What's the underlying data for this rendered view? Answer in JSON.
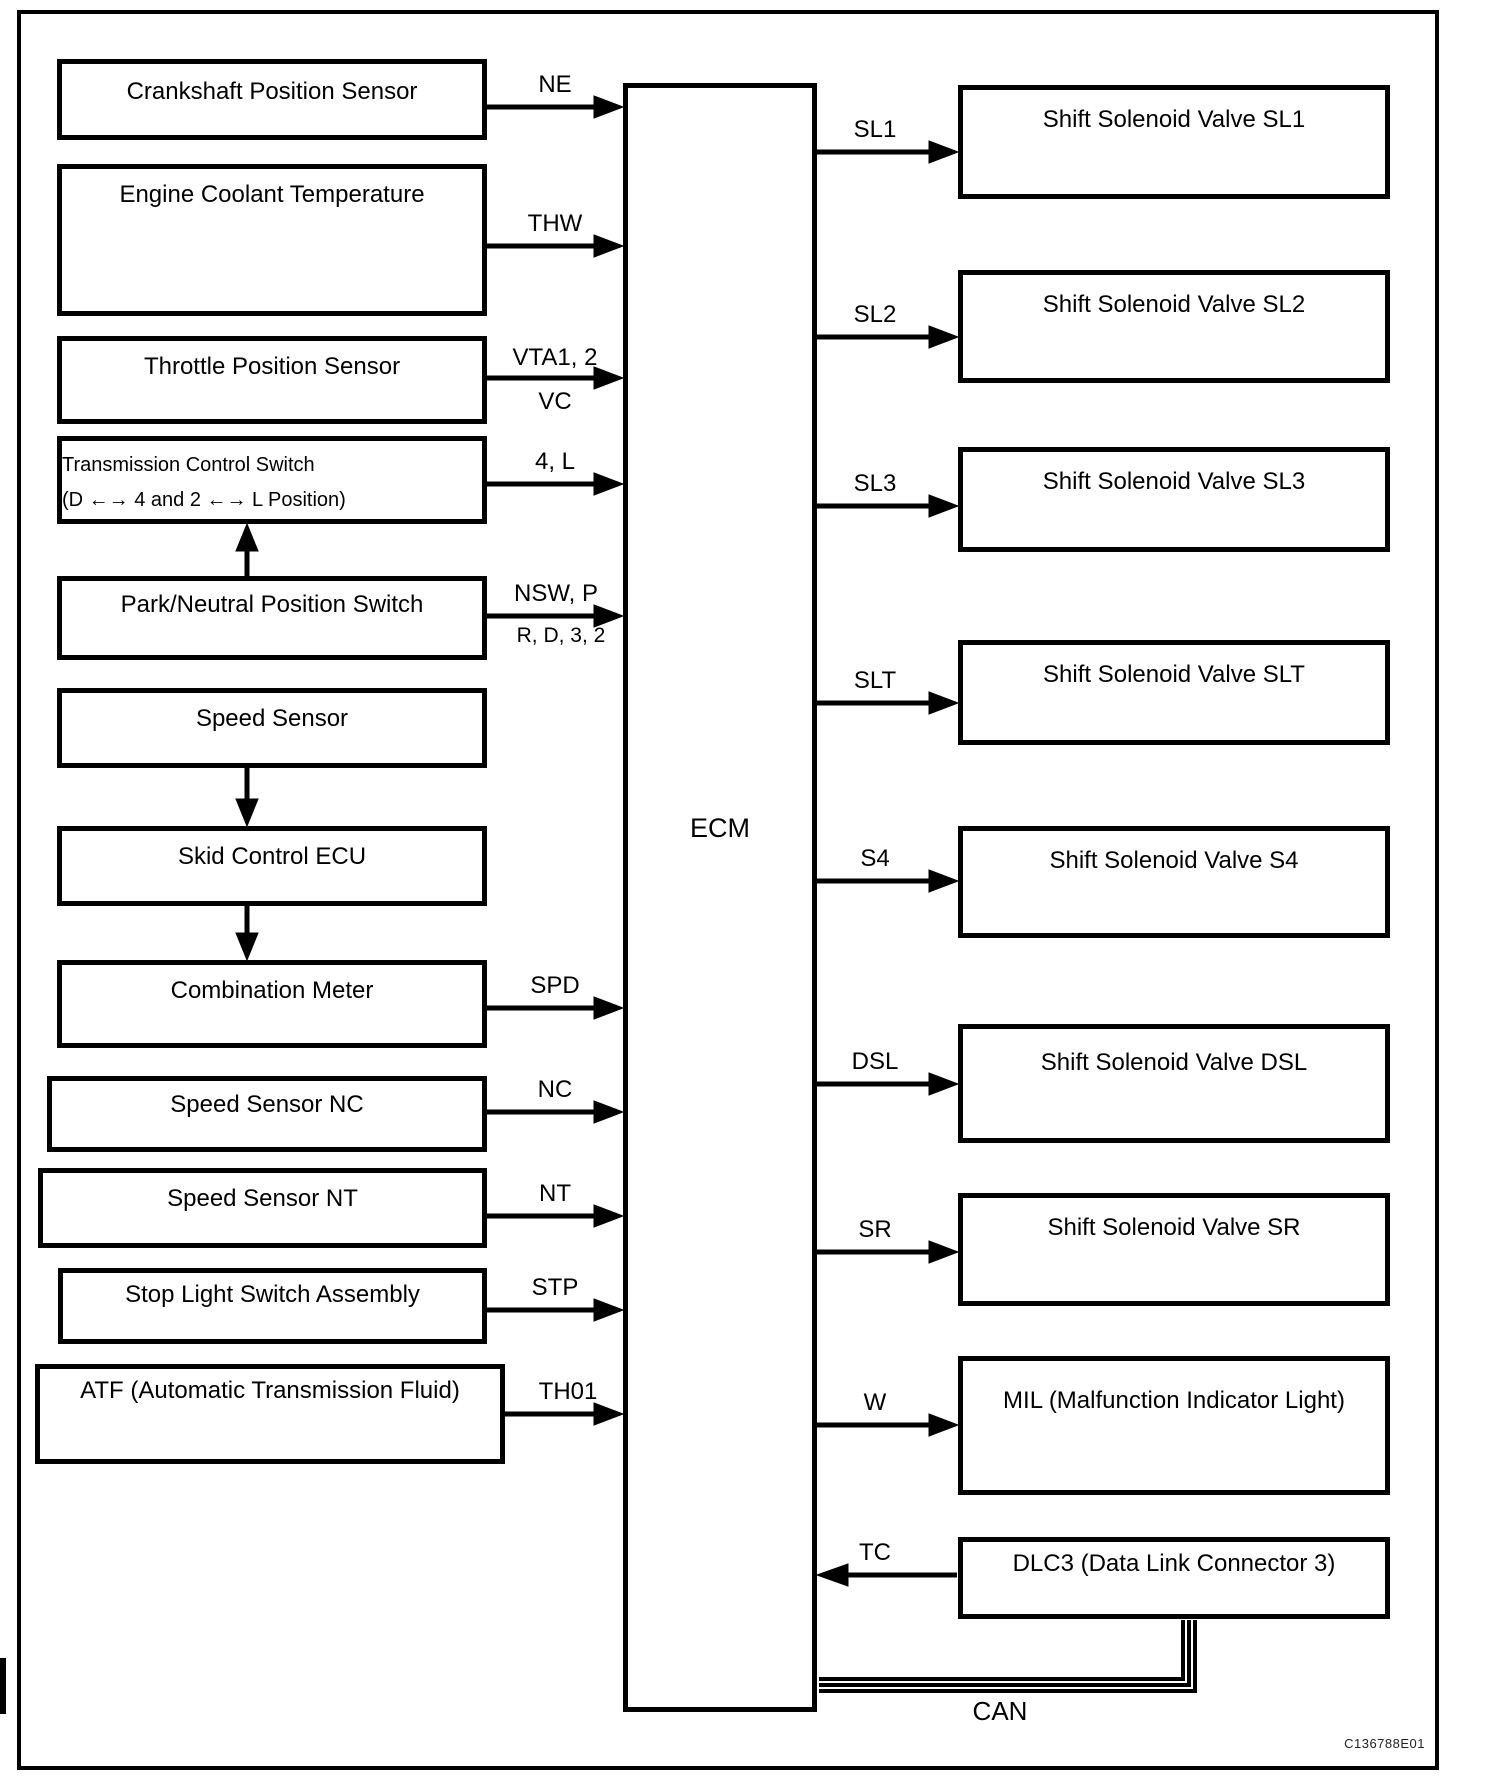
{
  "ecm": {
    "label": "ECM"
  },
  "bus": {
    "label": "CAN"
  },
  "figure_code": "C136788E01",
  "inputs": [
    {
      "label": "Crankshaft Position Sensor",
      "signal": "NE"
    },
    {
      "label": "Engine Coolant Temperature",
      "signal": "THW"
    },
    {
      "label": "Throttle Position Sensor",
      "signal": "VTA1, 2",
      "signal2": "VC"
    },
    {
      "label": "Transmission Control Switch",
      "label2": "(D ←→ 4 and 2 ←→ L Position)",
      "signal": "4, L"
    },
    {
      "label": "Park/Neutral Position Switch",
      "signal": "NSW, P",
      "signal2": "R, D, 3, 2"
    },
    {
      "label": "Speed Sensor"
    },
    {
      "label": "Skid Control ECU"
    },
    {
      "label": "Combination Meter",
      "signal": "SPD"
    },
    {
      "label": "Speed Sensor NC",
      "signal": "NC"
    },
    {
      "label": "Speed Sensor NT",
      "signal": "NT"
    },
    {
      "label": "Stop Light Switch Assembly",
      "signal": "STP"
    },
    {
      "label": "ATF (Automatic Transmission Fluid)",
      "signal": "TH01"
    }
  ],
  "outputs": [
    {
      "label": "Shift Solenoid Valve SL1",
      "signal": "SL1"
    },
    {
      "label": "Shift Solenoid Valve SL2",
      "signal": "SL2"
    },
    {
      "label": "Shift Solenoid Valve SL3",
      "signal": "SL3"
    },
    {
      "label": "Shift Solenoid Valve SLT",
      "signal": "SLT"
    },
    {
      "label": "Shift Solenoid Valve S4",
      "signal": "S4"
    },
    {
      "label": "Shift Solenoid Valve DSL",
      "signal": "DSL"
    },
    {
      "label": "Shift Solenoid Valve SR",
      "signal": "SR"
    },
    {
      "label": "MIL (Malfunction Indicator Light)",
      "signal": "W"
    },
    {
      "label": "DLC3 (Data Link Connector 3)",
      "signal": "TC"
    }
  ]
}
